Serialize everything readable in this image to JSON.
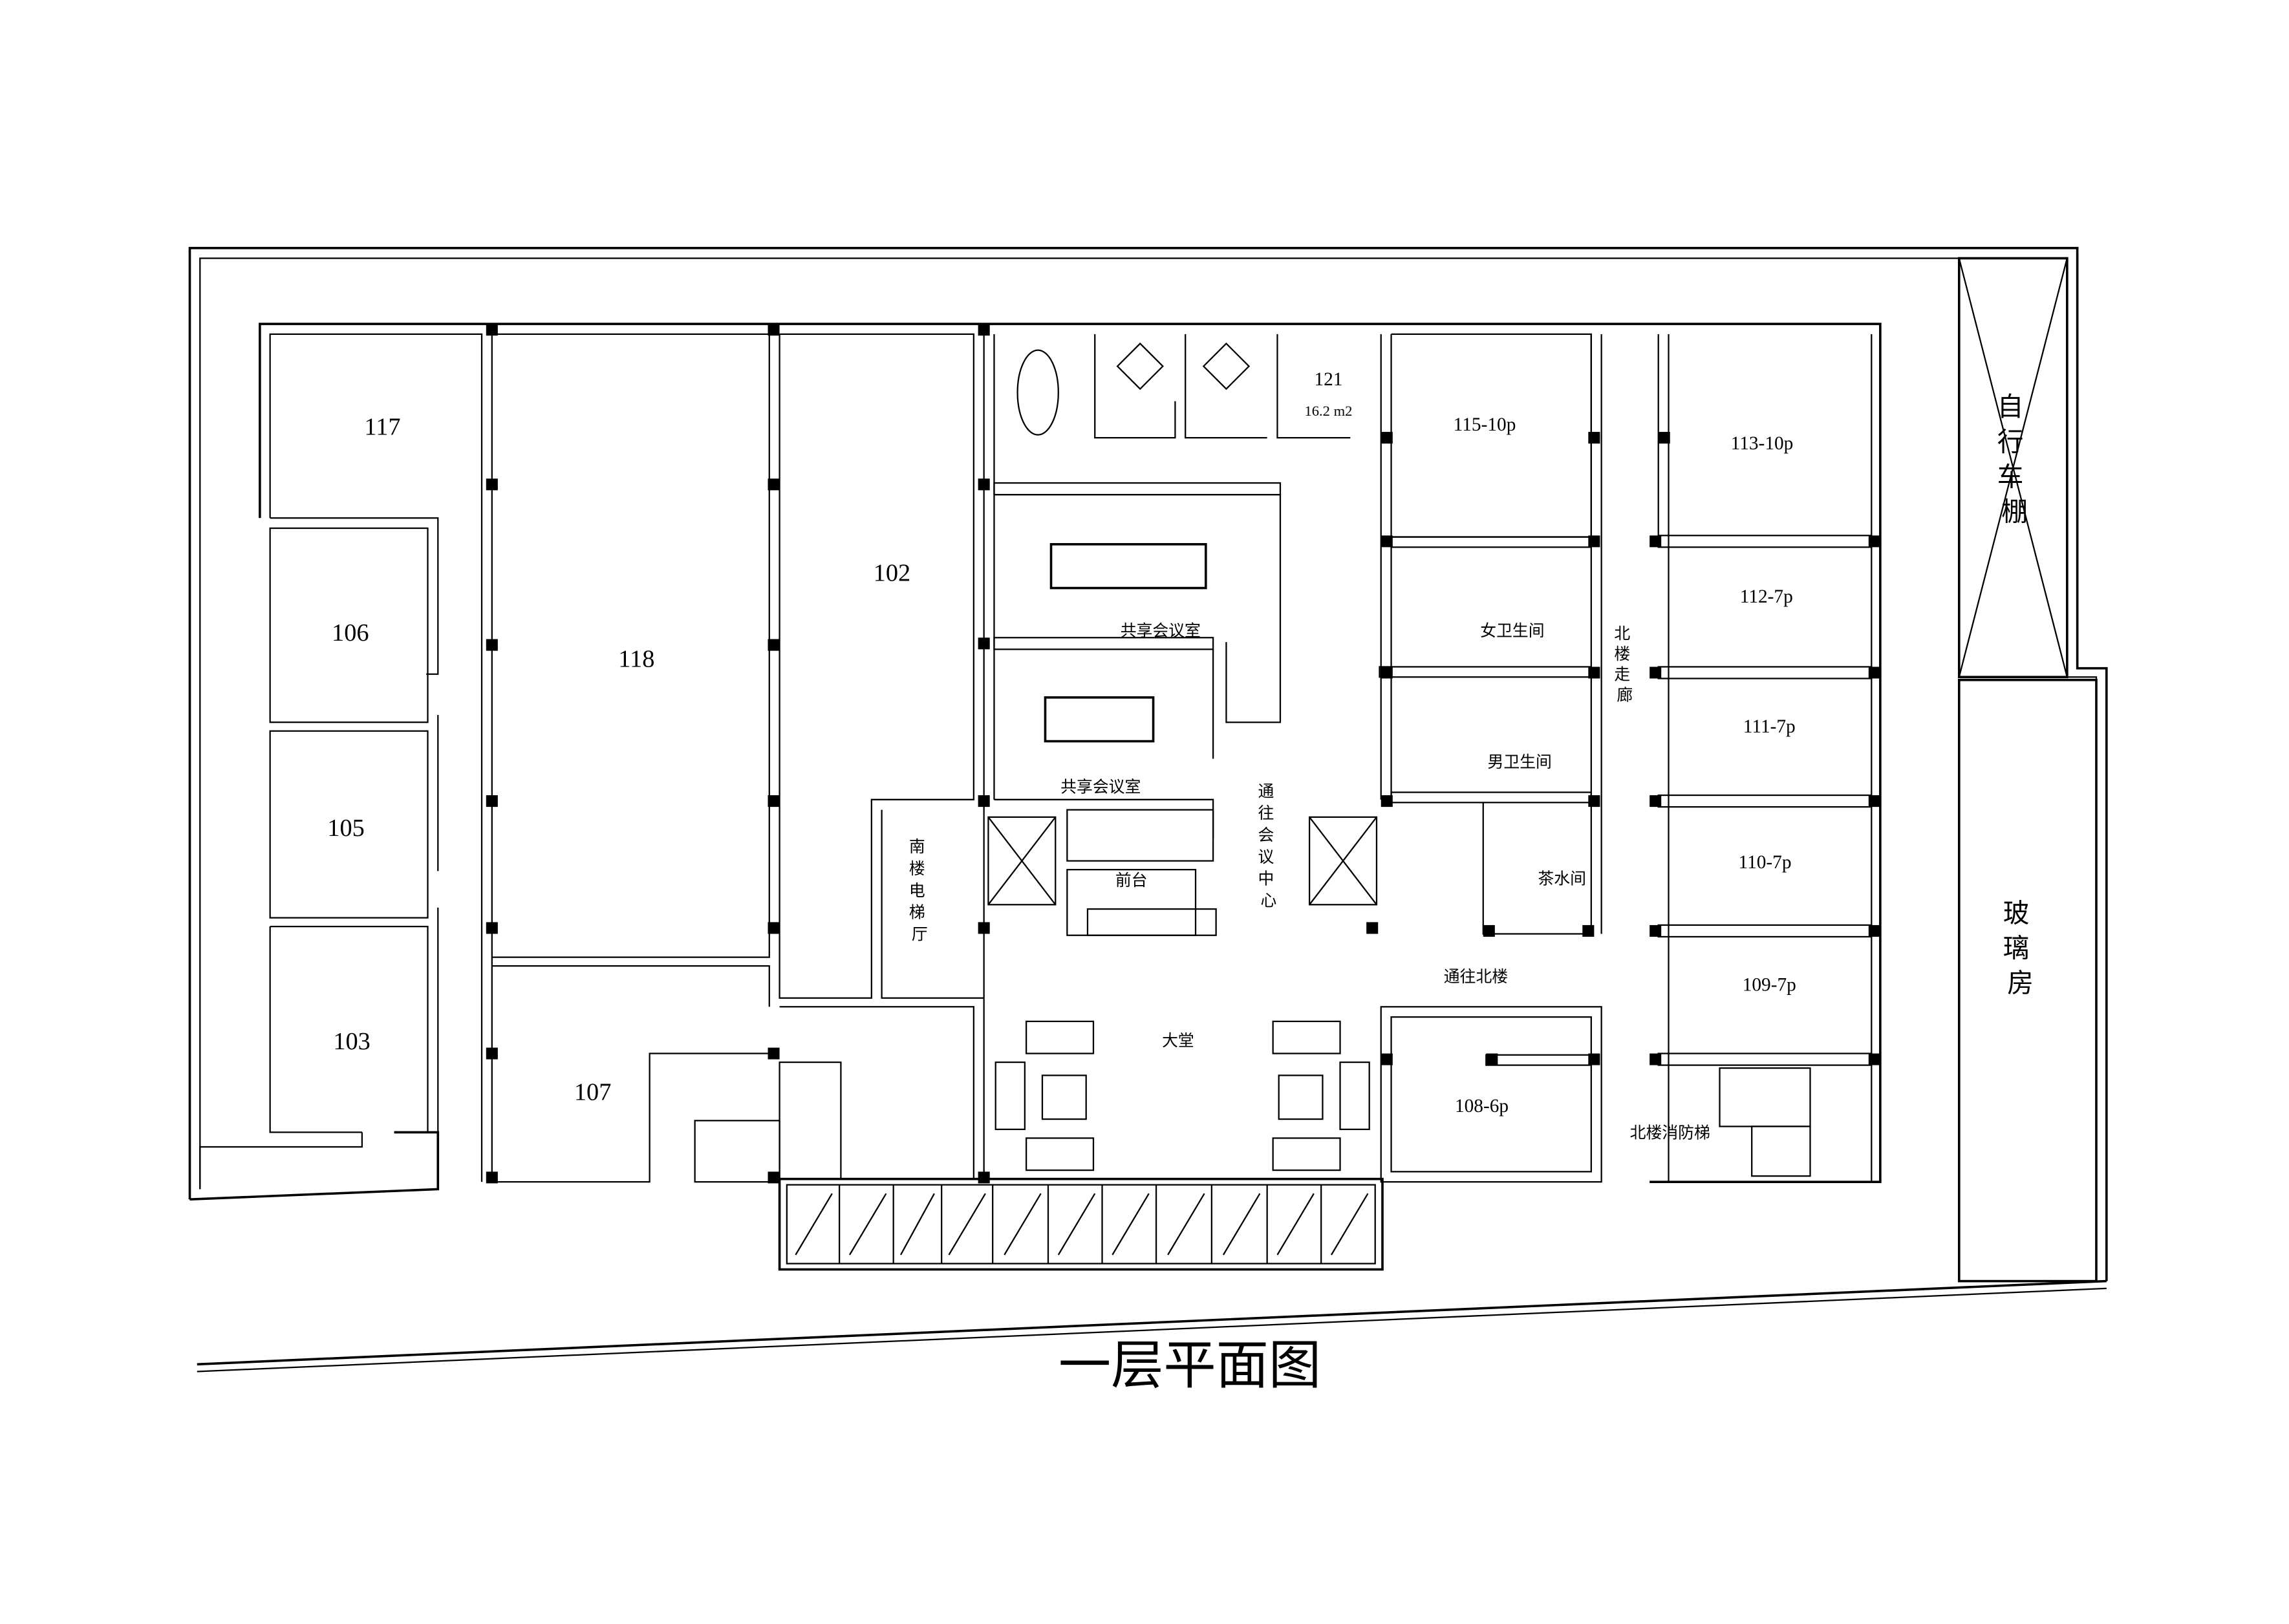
{
  "title": "一层平面图",
  "rooms": {
    "r117": "117",
    "r106": "106",
    "r105": "105",
    "r103": "103",
    "r118": "118",
    "r102": "102",
    "r107": "107",
    "r121": "121",
    "r121_area": "16.2 m2",
    "r115": "115-10p",
    "r113": "113-10p",
    "r112": "112-7p",
    "r111": "111-7p",
    "r110": "110-7p",
    "r109": "109-7p",
    "r108": "108-6p"
  },
  "areas": {
    "meeting1": "共享会议室",
    "meeting2": "共享会议室",
    "women_wc": "女卫生间",
    "men_wc": "男卫生间",
    "north_corridor": [
      "北",
      "楼",
      "走",
      "廊"
    ],
    "to_conference": [
      "通",
      "往",
      "会",
      "议",
      "中",
      "心"
    ],
    "south_elevator": [
      "南",
      "楼",
      "电",
      "梯",
      "厅"
    ],
    "reception": "前台",
    "tea_room": "茶水间",
    "to_north": "通往北楼",
    "lobby": "大堂",
    "north_fire_stair": "北楼消防梯",
    "bike_shed": [
      "自",
      "行",
      "车",
      "棚"
    ],
    "glass_house": [
      "玻",
      "璃",
      "房"
    ]
  }
}
